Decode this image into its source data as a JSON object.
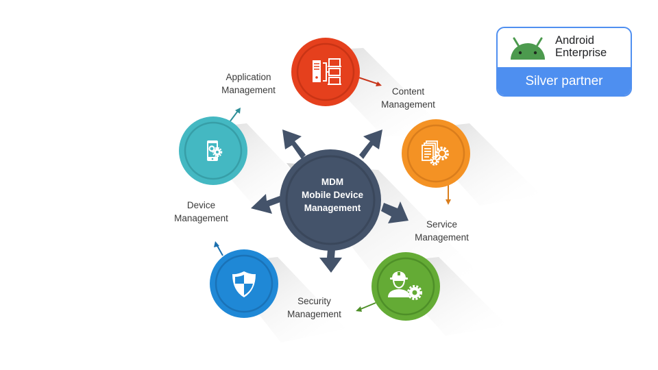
{
  "diagram": {
    "center": {
      "line1": "MDM",
      "line2": "Mobile Device",
      "line3": "Management",
      "color": "#44536a"
    },
    "nodes": [
      {
        "id": "content",
        "line1": "Content",
        "line2": "Management",
        "color": "#e5401d",
        "icon": "server-network-icon"
      },
      {
        "id": "service",
        "line1": "Service",
        "line2": "Management",
        "color": "#f49224",
        "icon": "documents-gears-icon"
      },
      {
        "id": "security-ops",
        "line1": "Security",
        "line2": "Management",
        "color": "#64ab35",
        "icon": "worker-gear-icon"
      },
      {
        "id": "device",
        "line1": "Device",
        "line2": "Management",
        "color": "#1f88d6",
        "icon": "shield-icon"
      },
      {
        "id": "application",
        "line1": "Application",
        "line2": "Management",
        "color": "#44b8c2",
        "icon": "phone-gears-icon"
      }
    ]
  },
  "badge": {
    "brand_line1": "Android",
    "brand_line2": "Enterprise",
    "tier": "Silver partner",
    "accent": "#4e8ff0",
    "logo": "android-robot-icon",
    "logo_color": "#4c9a4e"
  }
}
